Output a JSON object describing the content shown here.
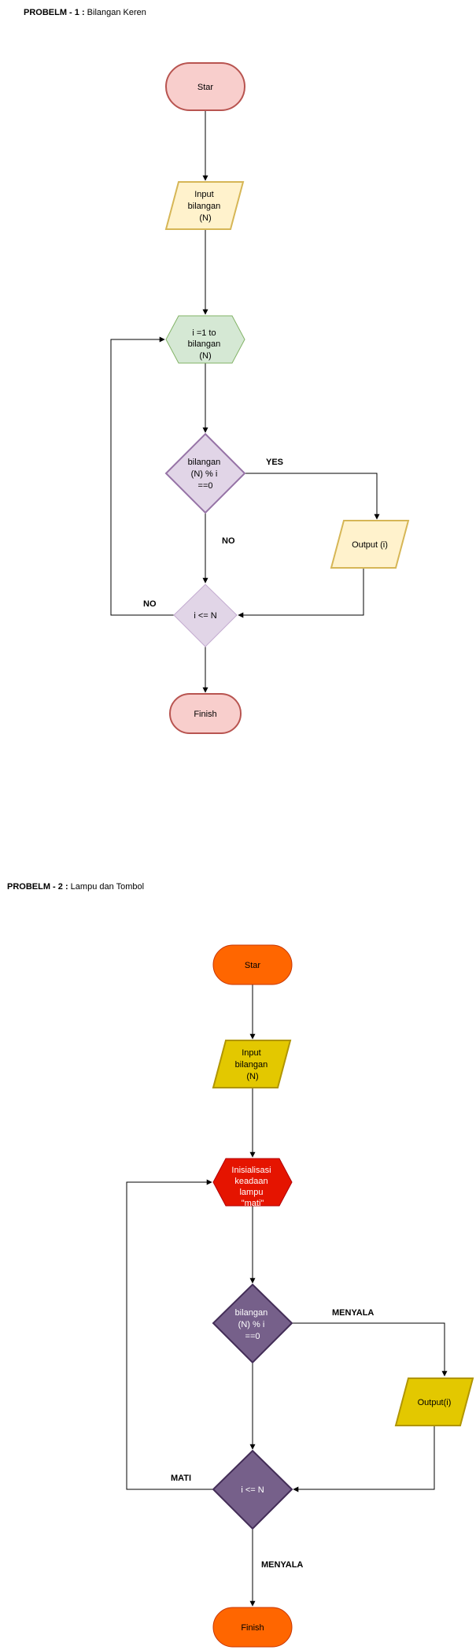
{
  "problem1": {
    "title_prefix": "PROBELM - 1 :",
    "title_text": " Bilangan Keren",
    "nodes": {
      "start": "Star",
      "input": [
        "Input",
        "bilangan",
        "(N)"
      ],
      "loop": [
        "i =1 to",
        "bilangan",
        "(N)"
      ],
      "cond": [
        "bilangan",
        "(N) % i",
        "==0"
      ],
      "output": "Output (i)",
      "check": "i <= N",
      "finish": "Finish"
    },
    "edges": {
      "yes": "YES",
      "no_cond": "NO",
      "no_loop": "NO"
    }
  },
  "problem2": {
    "title_prefix": "PROBELM - 2 :",
    "title_text": " Lampu dan  Tombol",
    "nodes": {
      "start": "Star",
      "input": [
        "Input",
        "bilangan",
        "(N)"
      ],
      "init": [
        "Inisialisasi",
        "keadaan",
        "lampu",
        "\"mati\""
      ],
      "cond": [
        "bilangan",
        "(N) % i",
        "==0"
      ],
      "output": "Output(i)",
      "check": "i <= N",
      "finish": "Finish"
    },
    "edges": {
      "on": "MENYALA",
      "off": "MATI",
      "on_down": "MENYALA"
    }
  },
  "colors": {
    "p1_terminal_fill": "#f8cecc",
    "p1_terminal_stroke": "#b85450",
    "p1_io_fill": "#fff2cc",
    "p1_io_stroke": "#d6b656",
    "p1_loop_fill": "#d5e8d4",
    "p1_loop_stroke": "#82b366",
    "p1_decision_fill": "#e1d5e7",
    "p1_decision_stroke": "#9673a6",
    "p2_terminal_fill": "#ff6600",
    "p2_terminal_stroke": "#c73500",
    "p2_io_fill": "#e3c800",
    "p2_io_stroke": "#b09500",
    "p2_init_fill": "#e51400",
    "p2_init_stroke": "#b20000",
    "p2_decision_fill": "#76608a",
    "p2_decision_stroke": "#432d57"
  }
}
